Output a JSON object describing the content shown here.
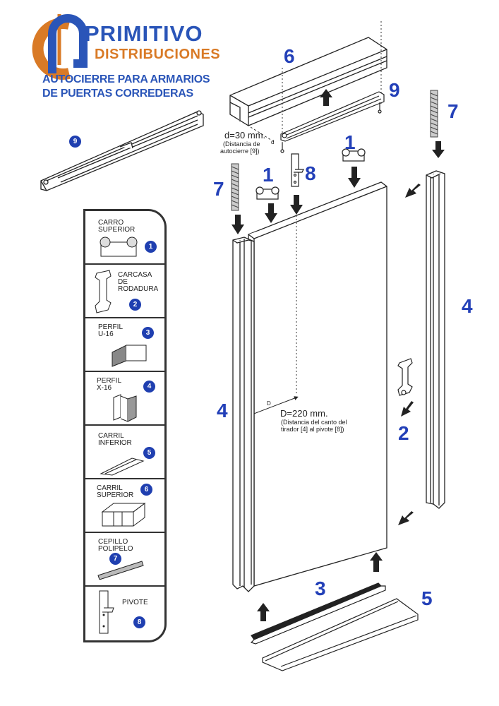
{
  "brand": {
    "name_line1": "PRIMITIVO",
    "name_line2": "DISTRIBUCIONES",
    "colors": {
      "blue": "#2a55b8",
      "orange": "#d97a26"
    }
  },
  "title": {
    "line1": "AUTOCIERRE PARA ARMARIOS",
    "line2": "DE PUERTAS CORREDERAS"
  },
  "callouts": {
    "c6": "6",
    "c9_top": "9",
    "c7_right": "7",
    "c1_right": "1",
    "c1_left": "1",
    "c8": "8",
    "c7_left": "7",
    "c4_right": "4",
    "c4_left": "4",
    "c2": "2",
    "c3": "3",
    "c5": "5",
    "c9_badge": "9"
  },
  "notes": {
    "d_small": {
      "line1": "d=30 mm.",
      "line2": "(Distancia de",
      "line3": "autocierre [9])"
    },
    "d_marker": "d",
    "D_large": {
      "line1": "D=220 mm.",
      "line2": "(Distancia del canto del",
      "line3": "tirador [4] al pivote [8])"
    },
    "D_marker": "D"
  },
  "legend": {
    "items": [
      {
        "num": "1",
        "line1": "CARRO",
        "line2": "SUPERIOR",
        "line3": ""
      },
      {
        "num": "2",
        "line1": "CARCASA",
        "line2": "DE",
        "line3": "RODADURA"
      },
      {
        "num": "3",
        "line1": "PERFIL",
        "line2": "U-16",
        "line3": ""
      },
      {
        "num": "4",
        "line1": "PERFIL",
        "line2": "X-16",
        "line3": ""
      },
      {
        "num": "5",
        "line1": "CARRIL",
        "line2": "INFERIOR",
        "line3": ""
      },
      {
        "num": "6",
        "line1": "CARRIL",
        "line2": "SUPERIOR",
        "line3": ""
      },
      {
        "num": "7",
        "line1": "CEPILLO",
        "line2": "POLIPELO",
        "line3": ""
      },
      {
        "num": "8",
        "line1": "PIVOTE",
        "line2": "",
        "line3": ""
      }
    ]
  }
}
